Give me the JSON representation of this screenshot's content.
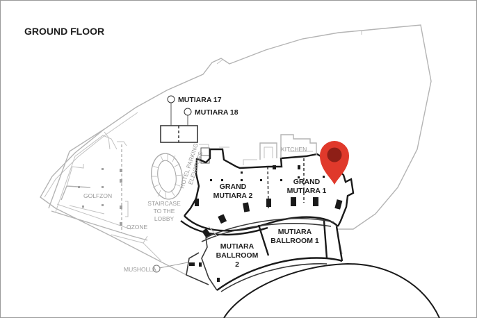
{
  "title": "GROUND FLOOR",
  "labels": {
    "mutiara17": "MUTIARA 17",
    "mutiara18": "MUTIARA 18",
    "kitchen": "KITCHEN",
    "golfzon": "GOLFZON",
    "ozone": "OZONE",
    "musholla": "MUSHOLLA",
    "staircase": [
      "STAIRCASE",
      "TO THE",
      "LOBBY"
    ],
    "hotel_parking_elevators": [
      "HOTEL PARKING",
      "ELEVATORS"
    ],
    "grand_mutiara_2": [
      "GRAND",
      "MUTIARA 2"
    ],
    "grand_mutiara_1": [
      "GRAND",
      "MUTIARA 1"
    ],
    "mutiara_ballroom_1": [
      "MUTIARA",
      "BALLROOM 1"
    ],
    "mutiara_ballroom_2": [
      "MUTIARA",
      "BALLROOM",
      "2"
    ]
  },
  "colors": {
    "marker": "#e0392b",
    "marker_dot": "#8e1f17",
    "wall_grey": "#b4b4b4",
    "wall_dark": "#1a1a1a",
    "text_dark": "#1e1e1e",
    "text_grey": "#9a9a9a"
  },
  "icons": {
    "location_marker": "map-pin-icon",
    "room_pointer": "circle-pointer-icon"
  }
}
